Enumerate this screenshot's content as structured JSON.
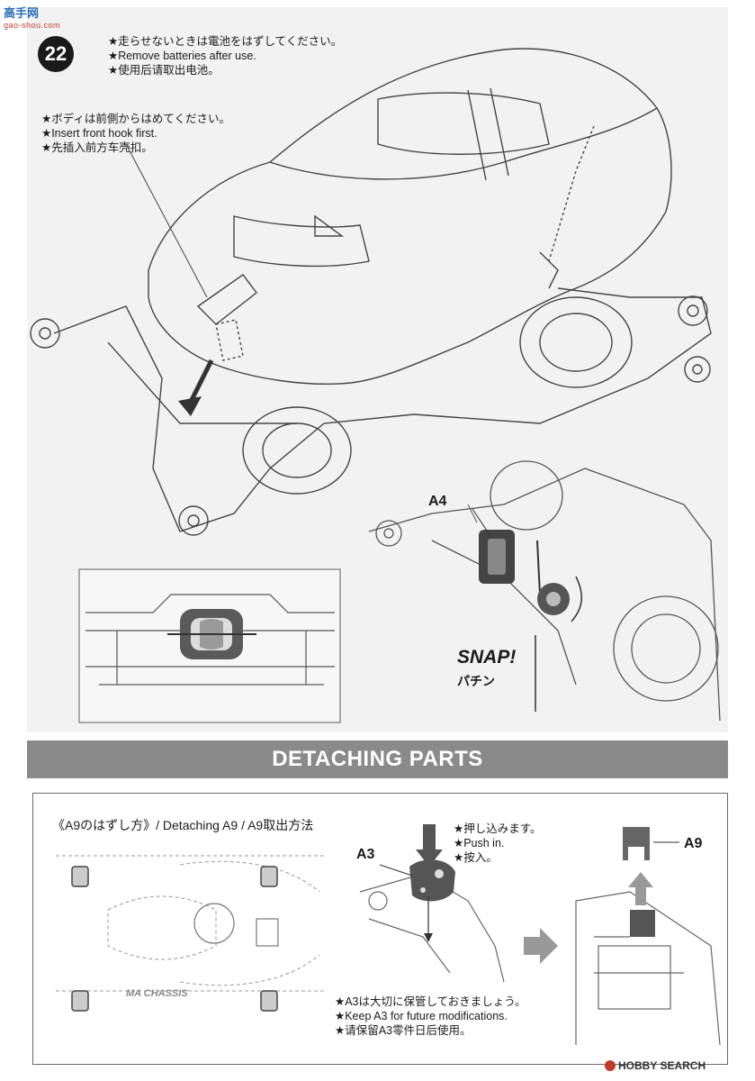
{
  "site_logo": {
    "mark": "高手网",
    "sub": "gao-shou.com"
  },
  "step": {
    "number": "22"
  },
  "notes": {
    "battery": [
      "★走らせないときは電池をはずしてください。",
      "★Remove batteries after use.",
      "★使用后请取出电池。"
    ],
    "front_hook": [
      "★ボディは前側からはめてください。",
      "★Insert front hook first.",
      "★先插入前方车壳扣。"
    ],
    "push_in": [
      "★押し込みます。",
      "★Push in.",
      "★按入。"
    ],
    "keep_a3": [
      "★A3は大切に保管しておきましょう。",
      "★Keep A3 for future modifications.",
      "★请保留A3零件日后使用。"
    ]
  },
  "labels": {
    "a4": "A4",
    "a3": "A3",
    "a9": "A9",
    "snap": "SNAP!",
    "snap_jp": "パチン"
  },
  "section": {
    "title": "DETACHING PARTS"
  },
  "detach": {
    "title": "《A9のはずし方》/ Detaching A9 / A9取出方法"
  },
  "chassis_text": "MA CHASSIS",
  "footer": {
    "watermark": "HOBBY SEARCH"
  },
  "colors": {
    "panel": "#f2f2f2",
    "section_bar": "#8a8a8a",
    "dark_part": "#555555",
    "line": "#444444"
  }
}
